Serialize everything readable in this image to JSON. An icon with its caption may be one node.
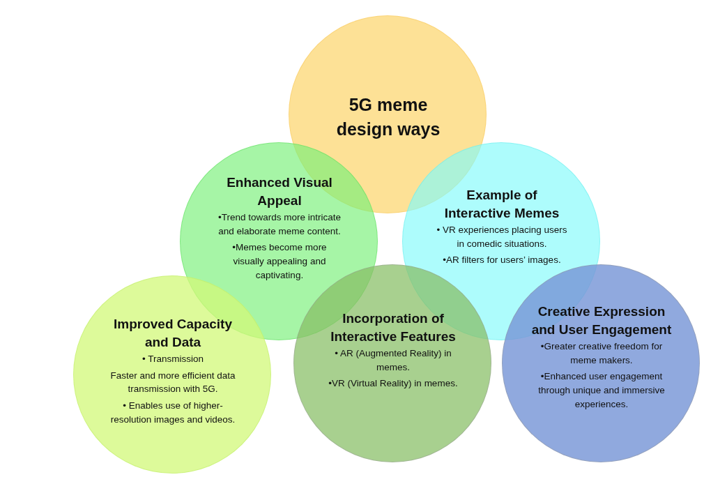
{
  "diagram": {
    "nodes": [
      {
        "text": [
          "5G meme design ways"
        ]
      },
      {
        "text": [
          "Enhanced Visual Appeal",
          "•Trend towards more intricate and elaborate meme content.",
          "•Memes become more visually appealing and captivating."
        ]
      },
      {
        "text": [
          "Example of Interactive Memes",
          "• VR experiences placing users in comedic situations.",
          "•AR filters for users’ images."
        ]
      },
      {
        "text": [
          "Improved Capacity and Data",
          "• Transmission",
          "Faster and more efficient data transmission with 5G.",
          "• Enables use of higher-resolution images and videos."
        ]
      },
      {
        "text": [
          "Incorporation of Interactive Features",
          "• AR (Augmented Reality) in memes.",
          "•VR (Virtual Reality) in memes."
        ]
      },
      {
        "text": [
          "Creative Expression and User Engagement",
          "•Greater creative freedom for meme makers.",
          "•Enhanced user engagement through unique and immersive experiences."
        ]
      }
    ]
  }
}
